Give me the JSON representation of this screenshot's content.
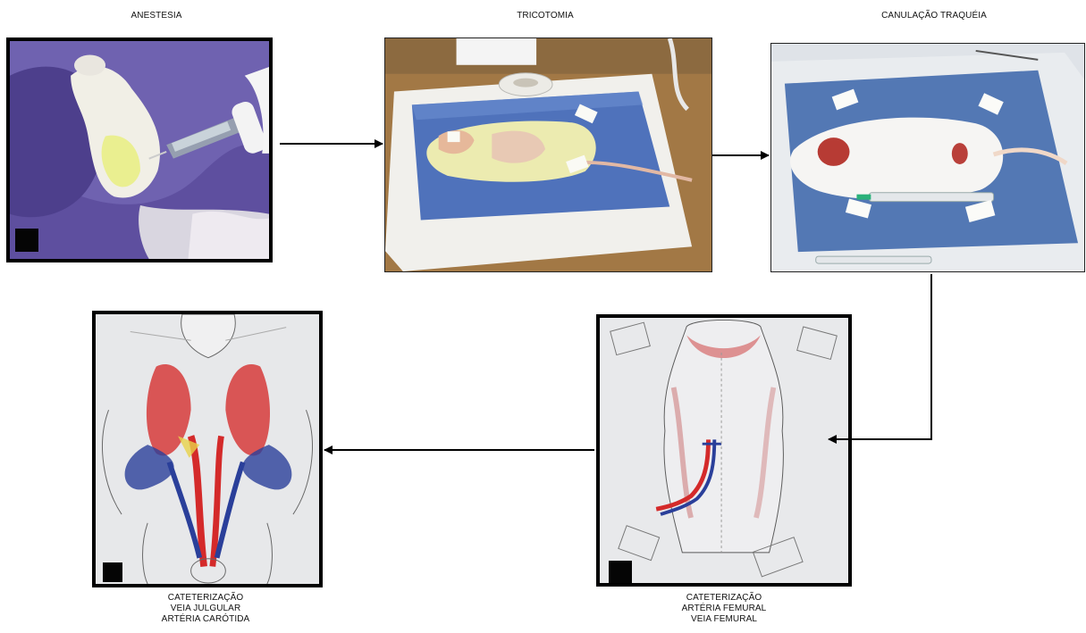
{
  "steps": [
    {
      "id": "anestesia",
      "lines": [
        "ANESTESIA"
      ]
    },
    {
      "id": "tricotomia",
      "lines": [
        "TRICOTOMIA"
      ]
    },
    {
      "id": "canulacao",
      "lines": [
        "CANULAÇÃO TRAQUÉIA"
      ]
    },
    {
      "id": "femoral",
      "lines": [
        "CATETERIZAÇÃO",
        "ARTÉRIA FEMURAL",
        "VEIA FEMURAL"
      ]
    },
    {
      "id": "jugular",
      "lines": [
        "CATETERIZAÇÃO",
        "VEIA JULGULAR",
        "ARTÉRIA CARÓTIDA"
      ]
    }
  ],
  "colors": {
    "drape_purple": "#6a5aa8",
    "drape_blue": "#4a6fb8",
    "foam_white": "#f2f2f0",
    "artery_red": "#d42a2a",
    "vein_blue": "#2a3f9a",
    "frame_black": "#000000"
  },
  "icons": [
    "syringe-icon",
    "rat-icon",
    "anatomy-drawing-icon"
  ]
}
